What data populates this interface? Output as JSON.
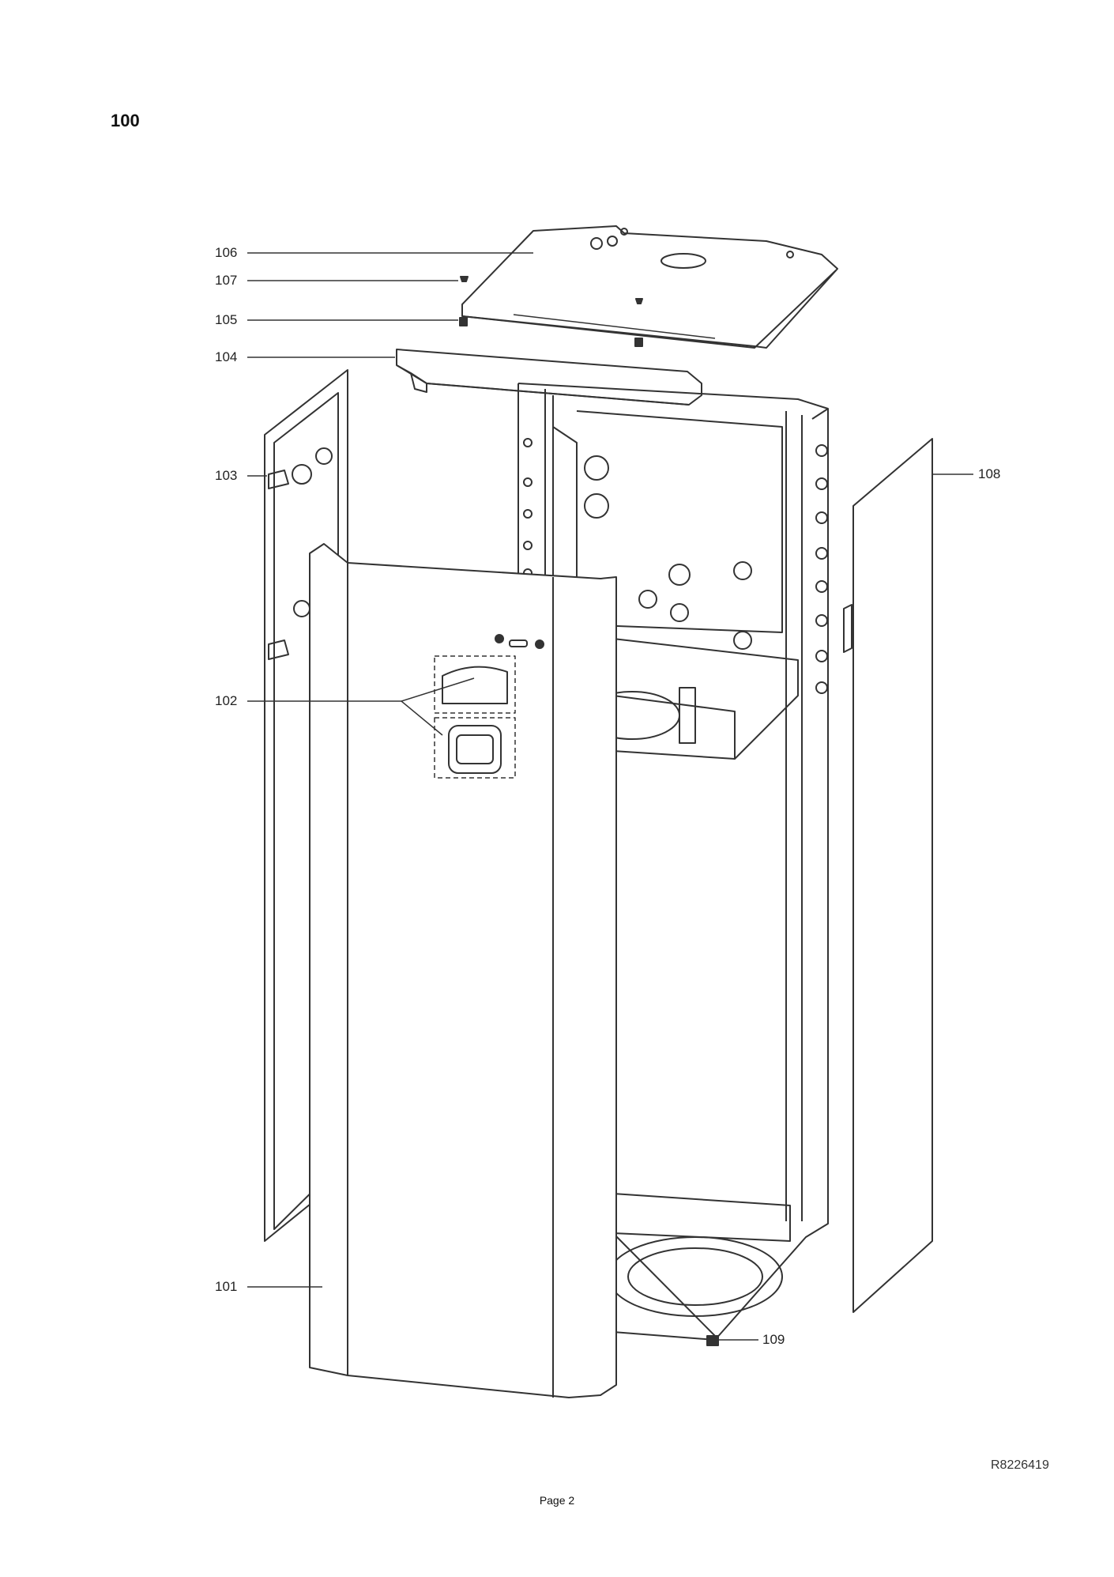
{
  "group_number": "100",
  "callouts": {
    "c101": "101",
    "c102": "102",
    "c103": "103",
    "c104": "104",
    "c105": "105",
    "c106": "106",
    "c107": "107",
    "c108": "108",
    "c109": "109"
  },
  "drawing_reference": "R8226419",
  "footer": {
    "page": "Page 2"
  },
  "line_color": "#333333"
}
